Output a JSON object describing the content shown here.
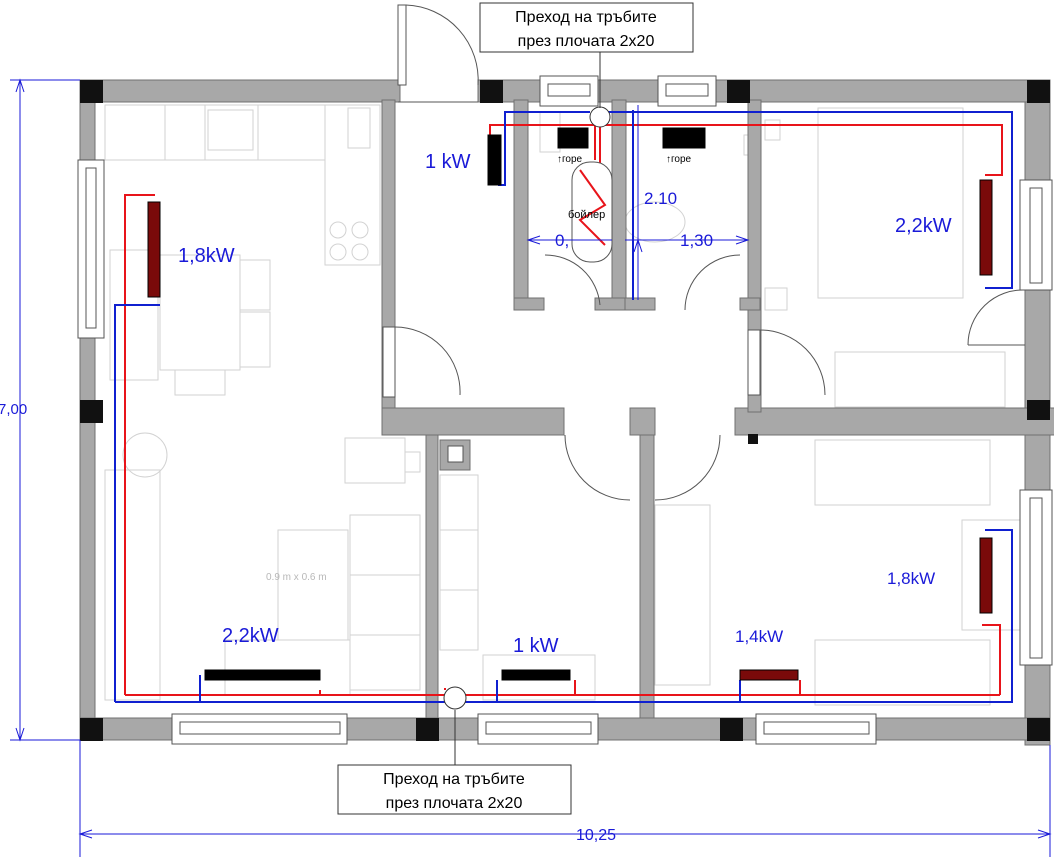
{
  "notes": {
    "pipe_pass_top_line1": "Преход на тръбите",
    "pipe_pass_top_line2": "през плочата 2х20",
    "pipe_pass_bottom_line1": "Преход на тръбите",
    "pipe_pass_bottom_line2": "през плочата 2х20"
  },
  "dimensions": {
    "height": "7,00",
    "width": "10,25",
    "bath_height": "2.10",
    "bath_width": "1,30",
    "wc_width": "0,"
  },
  "radiators": {
    "hall": "1 kW",
    "living_upper": "1,8kW",
    "living_lower": "2,2kW",
    "bedroom_upper": "2,2kW",
    "bedroom_lower": "1,8kW",
    "bedroom_lower_mid": "1,4kW",
    "storage": "1 kW"
  },
  "labels": {
    "boiler": "бойлер",
    "up_left": "↑горе",
    "up_right": "↑горе",
    "rug": "0.9 m x 0.6 m"
  },
  "colors": {
    "supply_pipe": "#e8141a",
    "return_pipe": "#1020d0",
    "radiator": "#7a0a0a",
    "dimension": "#1a1ad8"
  }
}
